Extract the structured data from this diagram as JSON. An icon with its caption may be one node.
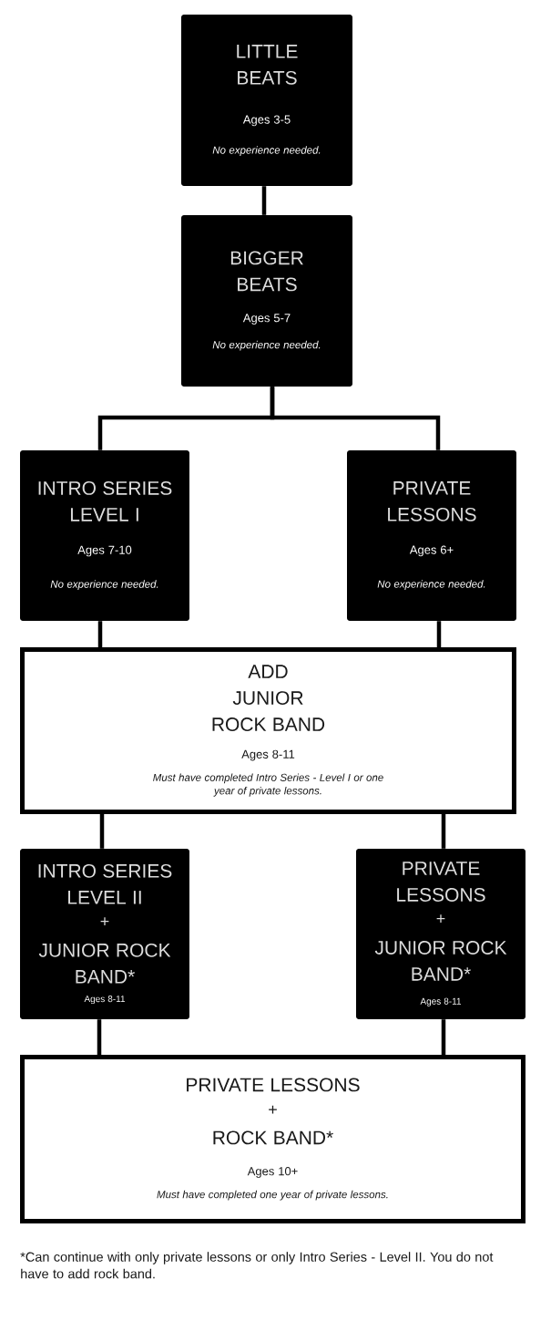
{
  "diagram": {
    "nodes": [
      {
        "text": [
          "LITTLE BEATS",
          "Ages 3-5",
          "No experience needed."
        ]
      },
      {
        "text": [
          "BIGGER BEATS",
          "Ages 5-7",
          "No experience needed."
        ]
      },
      {
        "text": [
          "INTRO SERIES LEVEL I",
          "Ages 7-10",
          "No experience needed."
        ]
      },
      {
        "text": [
          "PRIVATE LESSONS",
          "Ages 6+",
          "No experience needed."
        ]
      },
      {
        "text": [
          "ADD JUNIOR ROCK BAND",
          "Ages 8-11",
          "Must have completed Intro Series - Level I or one year of private lessons."
        ]
      },
      {
        "text": [
          "INTRO SERIES LEVEL II",
          "+",
          "JUNIOR ROCK BAND*",
          "Ages 8-11"
        ]
      },
      {
        "text": [
          "PRIVATE LESSONS",
          "+",
          "JUNIOR ROCK BAND*",
          "Ages 8-11"
        ]
      },
      {
        "text": [
          "PRIVATE LESSONS",
          "+",
          "ROCK BAND*",
          "Ages 10+",
          "Must have completed one year of private lessons."
        ]
      }
    ],
    "edges": [
      {
        "from": 0,
        "to": 1,
        "arrow": "none"
      },
      {
        "from": 1,
        "to": 2,
        "arrow": "none"
      },
      {
        "from": 1,
        "to": 3,
        "arrow": "none"
      },
      {
        "from": 2,
        "to": 4,
        "arrow": "none"
      },
      {
        "from": 3,
        "to": 4,
        "arrow": "none"
      },
      {
        "from": 4,
        "to": 5,
        "arrow": "none"
      },
      {
        "from": 4,
        "to": 6,
        "arrow": "none"
      },
      {
        "from": 5,
        "to": 7,
        "arrow": "none"
      },
      {
        "from": 6,
        "to": 7,
        "arrow": "none"
      }
    ],
    "labels": [
      "*Can continue with only private lessons or only Intro Series - Level II. You do not have to add rock band."
    ]
  }
}
